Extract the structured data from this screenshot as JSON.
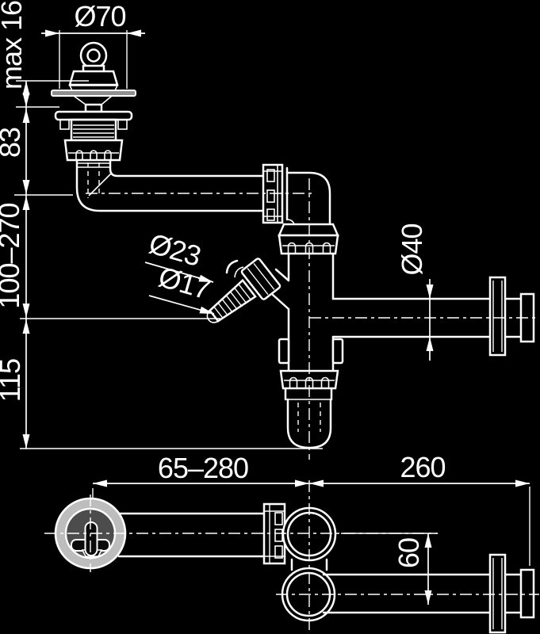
{
  "labels": {
    "top_flange_diameter": "Ø70",
    "max_deck_thickness": "max 16",
    "height_83": "83",
    "height_range_100_270": "100–270",
    "height_115": "115",
    "hose_barb_od": "Ø23",
    "hose_barb_tip": "Ø17",
    "outlet_pipe_diameter": "Ø40",
    "reach_range_65_280": "65–280",
    "outlet_length_260": "260",
    "offset_60": "60"
  },
  "colors": {
    "background": "#000000",
    "line": "#ffffff",
    "ring_gray": "#bdbdbd",
    "disc_gray": "#4c4c4c",
    "washer_gray": "#b5b5b5",
    "plate_gray": "#909090",
    "dark_fill": "#0b0b0b"
  }
}
